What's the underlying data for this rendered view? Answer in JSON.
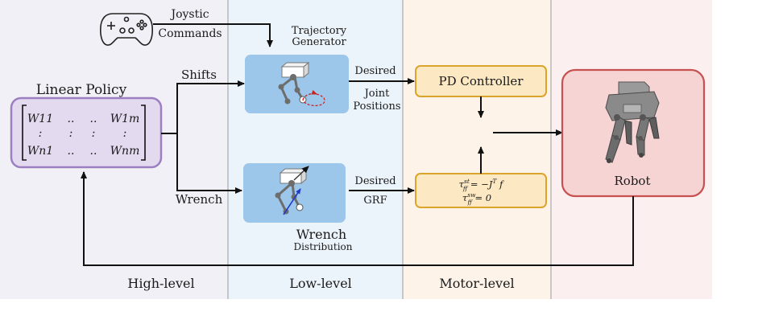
{
  "inputs": {
    "joystick_line1": "Joystic",
    "joystick_line2": "Commands"
  },
  "policy": {
    "title": "Linear Policy",
    "matrix": {
      "r1": [
        "W11",
        "..",
        "..",
        "W1m"
      ],
      "r2": [
        ":",
        ":",
        ":",
        ":"
      ],
      "r3": [
        "Wn1",
        "..",
        "..",
        "Wnm"
      ]
    }
  },
  "links": {
    "shifts": "Shifts",
    "wrench": "Wrench",
    "desired_joint_line1": "Desired",
    "desired_joint_line2": "Joint",
    "desired_joint_line3": "Positions",
    "desired_grf_line1": "Desired",
    "desired_grf_line2": "GRF"
  },
  "low_level": {
    "trajectory_line1": "Trajectory",
    "trajectory_line2": "Generator",
    "wrench_line1": "Wrench",
    "wrench_line2": "Distribution"
  },
  "motor_level": {
    "pd_controller": "PD Controller",
    "ff_stance": "τ_ff^st = −J^T f",
    "ff_swing": "τ_ff^sw = 0"
  },
  "robot": {
    "label": "Robot"
  },
  "sections": {
    "high": "High-level",
    "low": "Low-level",
    "motor": "Motor-level"
  },
  "colors": {
    "high_bg": "#f1f0f6",
    "low_bg": "#ecf4fb",
    "motor_bg": "#fdf3e9",
    "robot_bg": "#fcefef",
    "policy_fill": "#e4daf0",
    "policy_stroke": "#9b7fc1",
    "planner_fill": "#9dc7ea",
    "controller_fill": "#fce8c2",
    "controller_stroke": "#dba52c",
    "robot_fill": "#f7d4d4",
    "robot_stroke": "#c75050",
    "swing_trajectory": "#cc2222",
    "force_arrow": "#1f3cc8"
  },
  "icons": [
    "gamepad-icon",
    "leg-trajectory-icon",
    "leg-wrench-icon",
    "quadruped-robot-icon"
  ]
}
